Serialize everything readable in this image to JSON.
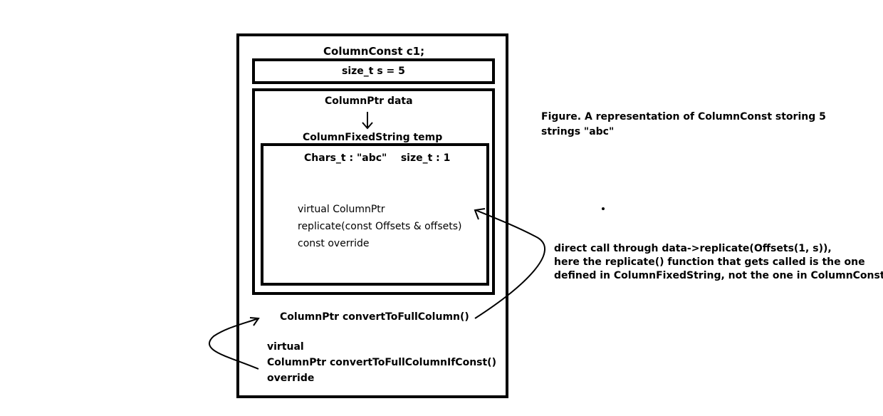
{
  "outer": {
    "title": "ColumnConst c1;",
    "size_field": "size_t s = 5"
  },
  "data_box": {
    "label": "ColumnPtr data",
    "nested_label": "ColumnFixedString temp"
  },
  "fixed_string_box": {
    "fields": "Chars_t : \"abc\"    size_t : 1",
    "method_lines": [
      "virtual ColumnPtr",
      "replicate(const Offsets & offsets)",
      "const override"
    ]
  },
  "convert_full": "ColumnPtr convertToFullColumn()",
  "convert_if_const_lines": [
    "virtual",
    "ColumnPtr convertToFullColumnIfConst()",
    "override"
  ],
  "caption_lines": [
    "Figure. A representation of ColumnConst storing 5",
    "strings \"abc\""
  ],
  "note_lines": [
    "direct call through data->replicate(Offsets(1, s)),",
    "here the replicate() function that gets called is the one",
    "defined in ColumnFixedString, not the one in ColumnConst."
  ]
}
